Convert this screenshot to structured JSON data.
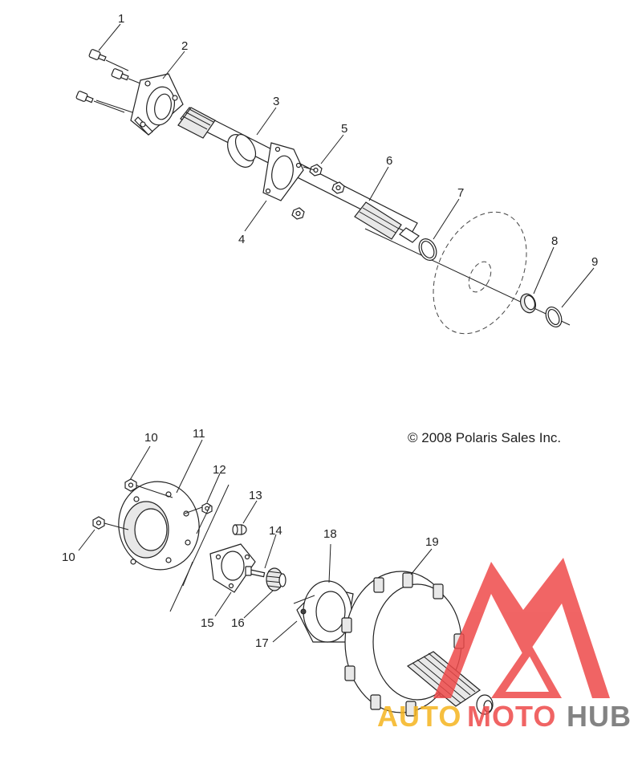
{
  "copyright": "© 2008 Polaris Sales Inc.",
  "callouts": [
    "1",
    "2",
    "3",
    "4",
    "5",
    "6",
    "7",
    "8",
    "9",
    "10",
    "11",
    "12",
    "13",
    "14",
    "15",
    "16",
    "17",
    "18",
    "19",
    "10"
  ],
  "watermark": {
    "part1": "AUTO",
    "part2": "MOTO",
    "part3": "HUB",
    "color_orange": "#f5b41e",
    "color_red": "#ee4a4a",
    "color_gray": "#6e6e6e"
  }
}
